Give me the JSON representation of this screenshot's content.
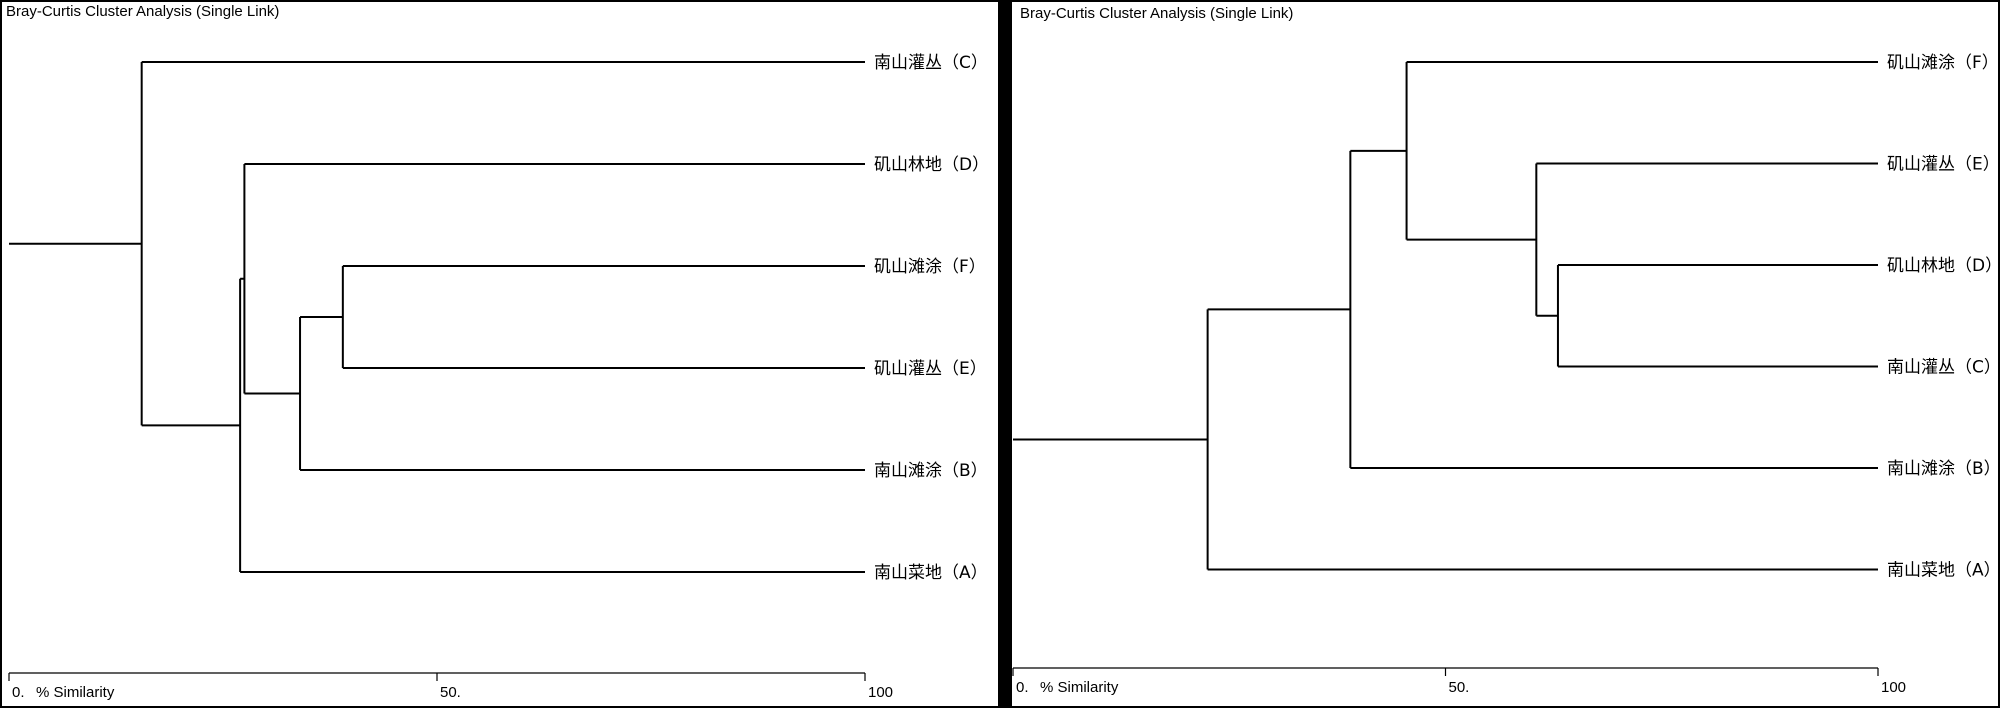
{
  "chart_data": [
    {
      "type": "dendrogram",
      "title": "Bray-Curtis Cluster Analysis (Single Link)",
      "xlabel": "% Similarity",
      "xlim": [
        0,
        100
      ],
      "ticks": [
        {
          "value": 0,
          "label": "0."
        },
        {
          "value": 50,
          "label": "50."
        },
        {
          "value": 100,
          "label": "100"
        }
      ],
      "leaves": [
        "南山灌丛（C）",
        "矶山林地（D）",
        "矶山滩涂（F）",
        "矶山灌丛（E）",
        "南山滩涂（B）",
        "南山菜地（A）"
      ],
      "merges": [
        {
          "a": "L2",
          "b": "L3",
          "similarity": 39
        },
        {
          "a": "M1",
          "b": "L4",
          "similarity": 34
        },
        {
          "a": "L1",
          "b": "M2",
          "similarity": 27.5
        },
        {
          "a": "M3",
          "b": "L5",
          "similarity": 27
        },
        {
          "a": "L0",
          "b": "M4",
          "similarity": 15.5
        }
      ],
      "root_stub_start": 0
    },
    {
      "type": "dendrogram",
      "title": "Bray-Curtis Cluster Analysis (Single Link)",
      "xlabel": "% Similarity",
      "xlim": [
        0,
        100
      ],
      "ticks": [
        {
          "value": 0,
          "label": "0."
        },
        {
          "value": 50,
          "label": "50."
        },
        {
          "value": 100,
          "label": "100"
        }
      ],
      "leaves": [
        "矶山滩涂（F）",
        "矶山灌丛（E）",
        "矶山林地（D）",
        "南山灌丛（C）",
        "南山滩涂（B）",
        "南山菜地（A）"
      ],
      "merges": [
        {
          "a": "L2",
          "b": "L3",
          "similarity": 63
        },
        {
          "a": "L1",
          "b": "M1",
          "similarity": 60.5
        },
        {
          "a": "L0",
          "b": "M2",
          "similarity": 45.5
        },
        {
          "a": "M3",
          "b": "L4",
          "similarity": 39
        },
        {
          "a": "M4",
          "b": "L5",
          "similarity": 22.5
        }
      ],
      "root_stub_start": 0
    }
  ]
}
